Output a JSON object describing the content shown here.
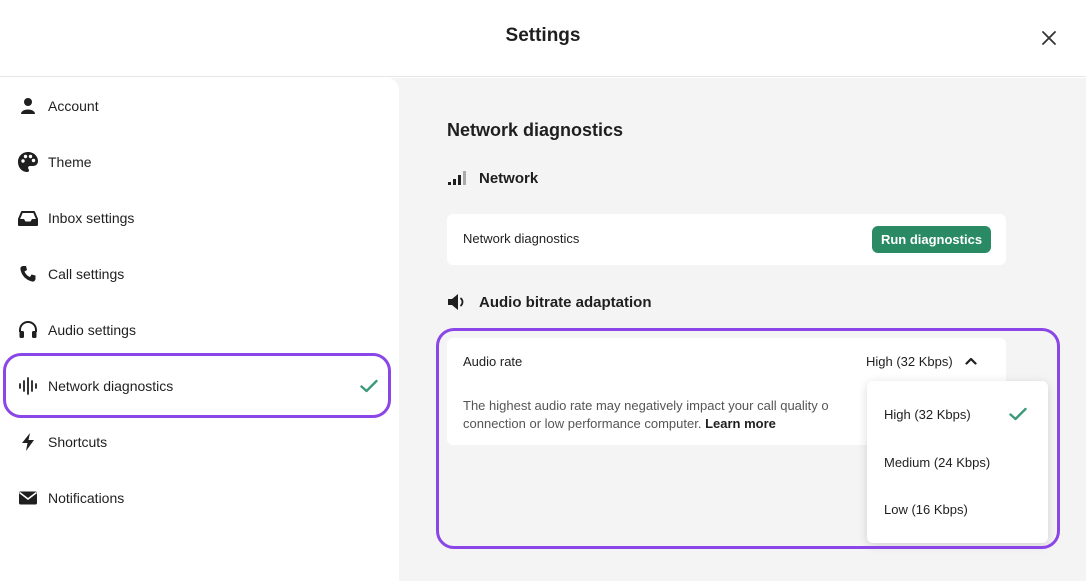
{
  "header": {
    "title": "Settings"
  },
  "sidebar": {
    "items": [
      {
        "label": "Account",
        "icon": "person-icon"
      },
      {
        "label": "Theme",
        "icon": "palette-icon"
      },
      {
        "label": "Inbox settings",
        "icon": "inbox-icon"
      },
      {
        "label": "Call settings",
        "icon": "phone-icon"
      },
      {
        "label": "Audio settings",
        "icon": "headset-icon"
      },
      {
        "label": "Network diagnostics",
        "icon": "waveform-icon",
        "selected": true
      },
      {
        "label": "Shortcuts",
        "icon": "lightning-icon"
      },
      {
        "label": "Notifications",
        "icon": "envelope-icon"
      }
    ]
  },
  "main": {
    "title": "Network diagnostics",
    "network": {
      "heading": "Network",
      "row_label": "Network diagnostics",
      "button_label": "Run diagnostics"
    },
    "audio": {
      "heading": "Audio bitrate adaptation",
      "row_label": "Audio rate",
      "selected_value": "High (32 Kbps)",
      "description": "The highest audio rate may negatively impact your call quality on a slow connection or low performance computer.",
      "description_line1": "The highest audio rate may negatively impact your call quality o",
      "description_line2": "connection or low performance computer.",
      "learn_more": "Learn more",
      "options": [
        {
          "label": "High (32 Kbps)",
          "selected": true
        },
        {
          "label": "Medium (24 Kbps)",
          "selected": false
        },
        {
          "label": "Low (16 Kbps)",
          "selected": false
        }
      ]
    }
  },
  "colors": {
    "accent_green": "#2a8a64",
    "check_green": "#3d9a78",
    "highlight_purple": "#8b46e8",
    "panel_bg": "#f4f4f4"
  }
}
